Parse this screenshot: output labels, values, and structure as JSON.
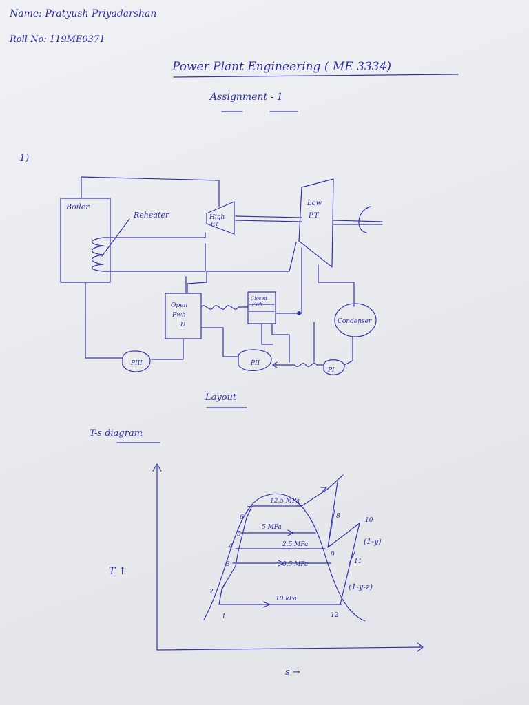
{
  "header": {
    "name_line": "Name: Pratyush Priyadarshan",
    "roll_line": "Roll No: 119ME0371"
  },
  "title": {
    "course": "Power Plant Engineering ( ME 3334)",
    "assignment": "Assignment - 1"
  },
  "question": {
    "number": "1)"
  },
  "layout": {
    "caption": "Layout",
    "labels": {
      "boiler": "Boiler",
      "reheater": "Reheater",
      "hp_turbine_line1": "High",
      "hp_turbine_line2": "P.T",
      "lp_turbine_line1": "Low",
      "lp_turbine_line2": "P.T",
      "open_fwh_line1": "Open",
      "open_fwh_line2": "Fwh",
      "open_fwh_line3": "D",
      "closed_fwh_line1": "Closed",
      "closed_fwh_line2": "Fwh",
      "condenser": "Condenser",
      "pump_iii": "PIII",
      "pump_ii": "PII",
      "pump_i": "PI"
    }
  },
  "ts_diagram": {
    "caption": "T-s diagram",
    "y_axis_label": "T ↑",
    "x_axis_label": "s →",
    "pressures": [
      "12.5 MPa",
      "5 MPa",
      "2.5 MPa",
      "0.5 MPa",
      "10 kPa"
    ],
    "state_points": [
      "1",
      "2",
      "3",
      "4",
      "5",
      "6",
      "7",
      "8",
      "9",
      "10",
      "11",
      "12"
    ],
    "mass_fractions": [
      "(1-y)",
      "(1-y-z)"
    ]
  }
}
